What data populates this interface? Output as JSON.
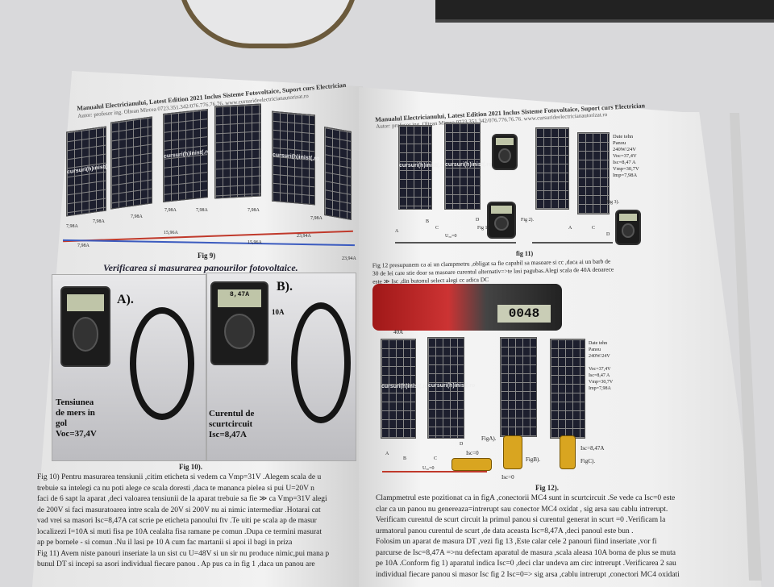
{
  "book": {
    "header": "Manualul Electricianului, Latest Edition 2021 Inclus Sisteme Fotovoltaice, Suport curs  Electrician",
    "author": "Autor: profesor ing. Oltean Mircea 0723.351.342/076.776.76.76. www.cursurideelectricianautorizat.ro"
  },
  "left_page": {
    "panel_label": "cursuri(h)inist(.ro",
    "fig9_labels": [
      "7,98A",
      "7,98A",
      "7,98A",
      "7,98A",
      "7,98A",
      "7,98A",
      "15,96A",
      "15,96A",
      "23,94A",
      "23,94A",
      "7,98A",
      "7,98A"
    ],
    "fig9_caption": "Fig 9)",
    "section_title": "Verificarea si masurarea panourilor fotovoltaice.",
    "photo_a": {
      "label": "A).",
      "text": [
        "Tensiunea",
        "de mers in",
        "gol",
        "Voc=37,4V"
      ]
    },
    "photo_b": {
      "label": "B).",
      "meter": "8,47A",
      "range": "10A",
      "text": [
        "Curentul de",
        "scurtcircuit",
        "Isc=8,47A"
      ]
    },
    "fig10_caption": "Fig 10).",
    "text": [
      "Fig 10) Pentru masurarea tensiunii ,citim eticheta si vedem ca Vmp=31V .Alegem scala de u",
      "trebuie sa intelegi ca nu poti alege ce scala doresti ,daca te mananca pielea si pui U=20V n",
      "faci de 6 sapt la aparat ,deci valoarea tensiunii de la aparat trebuie sa fie  ≫ ca Vmp=31V alegi",
      "de 200V si faci masuratoarea intre scala de 20V si 200V nu ai nimic intermediar .Hotarai cat",
      "vad vrei sa masori Isc=8,47A cat scrie pe eticheta panoului ftv .Te uiti pe scala ap de masur",
      "localizezi I=10A si muti fisa pe 10A cealalta fisa ramane pe comun .Dupa ce termini masurat",
      "ap pe bornele - si comun .Nu il lasi pe 10 A cum fac martanii si apoi il bagi in priza",
      "Fig 11) Avem niste panouri inseriate la un sist cu U=48V si un sir nu produce nimic,pui mana p",
      "bunul DT si incepi sa asori individual fiecare panou . Ap pus ca in fig 1 ,daca un panou are"
    ]
  },
  "right_page": {
    "panel_label": "cursuri(h)inist(.ro",
    "fig11_labels": {
      "u0": "Uₐ₀=0",
      "fig1": "Fig 1).",
      "fig2": "Fig 2).",
      "fig3": "Fig 3).",
      "a": "A",
      "b": "B",
      "c": "C",
      "d": "D",
      "a2": "A",
      "c2": "C",
      "d2": "D"
    },
    "panel_data": [
      "Date tehn",
      "Panou",
      "240W/24V",
      "",
      "Voc=37,4V",
      "Isc=8,47 A",
      "Vmp=30,7V",
      "Imp=7,98A"
    ],
    "fig11_caption": "fig 11)",
    "fig11_text": [
      "Fig 12 presupunem ca ai un clampmetru ,obligat sa fie capabil sa masoare si cc ,daca ai un barb de",
      "30 de lei care stie doar sa masoare curentul alternativ=>te lasi pagubas.Alegi scala de 40A deoarece",
      "este ≫ Isc ,din butonul select alegi cc adica DC"
    ],
    "clamp": {
      "display": "0048",
      "range": "40A"
    },
    "fig12_labels": {
      "figA": "FigA).",
      "figB": "FigB).",
      "figC": "FigC).",
      "isc0a": "Isc=0",
      "isc0b": "Isc=0",
      "isc847": "Isc=8,47A",
      "u0": "Uₐ₀=0",
      "a": "A",
      "b": "B",
      "c": "C",
      "d": "D"
    },
    "fig12_caption": "Fig 12).",
    "text": [
      "Clampmetrul este pozitionat ca in figA ,conectorii MC4 sunt in scurtcircuit .Se vede ca Isc=0 este",
      "clar ca un panou nu genereaza=intrerupt sau conector MC4 oxidat , sig arsa sau cablu intrerupt.",
      "Verificam curentul de scurt circuit la primul panou si curentul generat in scurt =0 .Verificam la",
      "urmatorul panou curentul de scurt ,de data aceasta Isc=8,47A ,deci panoul este bun .",
      "Folosim un aparat de masura DT ,vezi fig 13 ,Este calar cele 2 panouri fiind inseriate ,vor fi",
      "parcurse de Isc=8,47A =>nu defectam aparatul de masura ,scala aleasa 10A borna de plus se muta",
      "pe 10A .Conform fig 1) aparatul indica Isc=0 ,deci clar undeva am circ intrerupt .Verificarea 2 sau",
      "individual fiecare panou si masor Isc fig 2 Isc=0=> sig arsa ,cablu intrerupt ,conectori MC4 oxidati"
    ]
  },
  "colors": {
    "panel": "#1d1f2e",
    "wire_red": "#c0392b",
    "wire_blue": "#3b5bbf",
    "page": "#eeeeee",
    "clamp_red": "#b02020"
  }
}
